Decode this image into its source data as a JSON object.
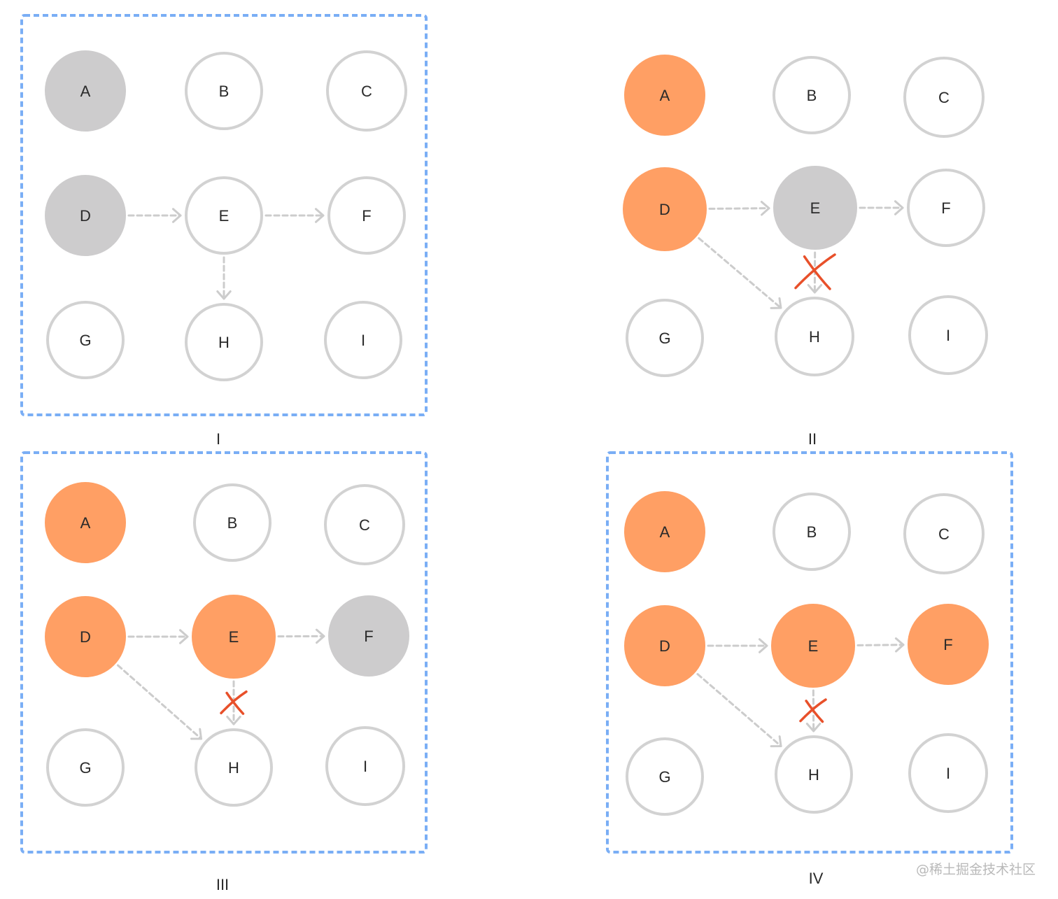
{
  "colors": {
    "frame": "#7aaef5",
    "node_outline": "#d2d2d2",
    "node_current": "#cdcccd",
    "node_visited": "#ff9f64",
    "edge": "#cccccc",
    "cross": "#e8502a",
    "text": "#2a2a2a"
  },
  "panels": [
    {
      "label": "I",
      "framed": true,
      "nodes": [
        {
          "id": "A",
          "state": "current"
        },
        {
          "id": "B",
          "state": "empty"
        },
        {
          "id": "C",
          "state": "empty"
        },
        {
          "id": "D",
          "state": "current"
        },
        {
          "id": "E",
          "state": "empty"
        },
        {
          "id": "F",
          "state": "empty"
        },
        {
          "id": "G",
          "state": "empty"
        },
        {
          "id": "H",
          "state": "empty"
        },
        {
          "id": "I",
          "state": "empty"
        }
      ],
      "edges": [
        {
          "from": "D",
          "to": "E",
          "blocked": false
        },
        {
          "from": "E",
          "to": "F",
          "blocked": false
        },
        {
          "from": "E",
          "to": "H",
          "blocked": false
        }
      ]
    },
    {
      "label": "II",
      "framed": false,
      "nodes": [
        {
          "id": "A",
          "state": "visited"
        },
        {
          "id": "B",
          "state": "empty"
        },
        {
          "id": "C",
          "state": "empty"
        },
        {
          "id": "D",
          "state": "visited"
        },
        {
          "id": "E",
          "state": "current"
        },
        {
          "id": "F",
          "state": "empty"
        },
        {
          "id": "G",
          "state": "empty"
        },
        {
          "id": "H",
          "state": "empty"
        },
        {
          "id": "I",
          "state": "empty"
        }
      ],
      "edges": [
        {
          "from": "D",
          "to": "E",
          "blocked": false
        },
        {
          "from": "E",
          "to": "F",
          "blocked": false
        },
        {
          "from": "D",
          "to": "H",
          "blocked": false
        },
        {
          "from": "E",
          "to": "H",
          "blocked": true
        }
      ]
    },
    {
      "label": "III",
      "framed": true,
      "nodes": [
        {
          "id": "A",
          "state": "visited"
        },
        {
          "id": "B",
          "state": "empty"
        },
        {
          "id": "C",
          "state": "empty"
        },
        {
          "id": "D",
          "state": "visited"
        },
        {
          "id": "E",
          "state": "visited"
        },
        {
          "id": "F",
          "state": "current"
        },
        {
          "id": "G",
          "state": "empty"
        },
        {
          "id": "H",
          "state": "empty"
        },
        {
          "id": "I",
          "state": "empty"
        }
      ],
      "edges": [
        {
          "from": "D",
          "to": "E",
          "blocked": false
        },
        {
          "from": "E",
          "to": "F",
          "blocked": false
        },
        {
          "from": "D",
          "to": "H",
          "blocked": false
        },
        {
          "from": "E",
          "to": "H",
          "blocked": true
        }
      ]
    },
    {
      "label": "IV",
      "framed": true,
      "nodes": [
        {
          "id": "A",
          "state": "visited"
        },
        {
          "id": "B",
          "state": "empty"
        },
        {
          "id": "C",
          "state": "empty"
        },
        {
          "id": "D",
          "state": "visited"
        },
        {
          "id": "E",
          "state": "visited"
        },
        {
          "id": "F",
          "state": "visited"
        },
        {
          "id": "G",
          "state": "empty"
        },
        {
          "id": "H",
          "state": "empty"
        },
        {
          "id": "I",
          "state": "empty"
        }
      ],
      "edges": [
        {
          "from": "D",
          "to": "E",
          "blocked": false
        },
        {
          "from": "E",
          "to": "F",
          "blocked": false
        },
        {
          "from": "D",
          "to": "H",
          "blocked": false
        },
        {
          "from": "E",
          "to": "H",
          "blocked": true
        }
      ]
    }
  ],
  "watermark": "@稀土掘金技术社区"
}
